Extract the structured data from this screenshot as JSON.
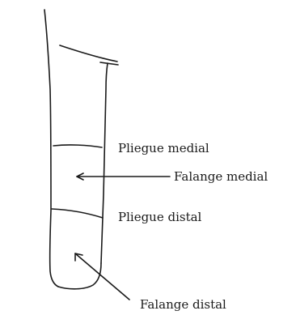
{
  "labels": {
    "pliegue_medial": "Pliegue medial",
    "falange_medial": "Falange medial",
    "pliegue_distal": "Pliegue distal",
    "falange_distal": "Falange distal"
  },
  "colors": {
    "line": "#1a1a1a",
    "background": "#ffffff"
  }
}
